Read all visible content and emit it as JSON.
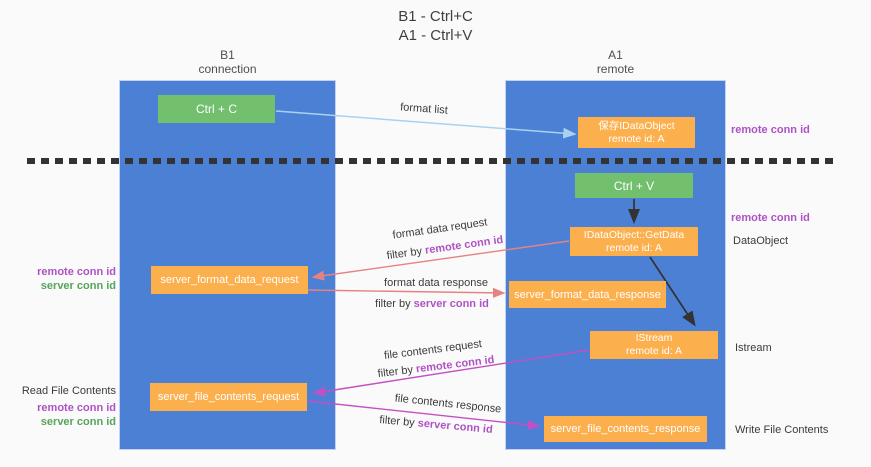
{
  "title": {
    "line1": "B1 - Ctrl+C",
    "line2": "A1 - Ctrl+V"
  },
  "lanes": {
    "left": {
      "name": "B1",
      "role": "connection"
    },
    "right": {
      "name": "A1",
      "role": "remote"
    }
  },
  "nodes": {
    "ctrl_c": "Ctrl + C",
    "ctrl_v": "Ctrl + V",
    "save_idataobject": {
      "title": "保存IDataObject",
      "subtitle": "remote id: A"
    },
    "getdata": {
      "title": "IDataObject::GetData",
      "subtitle": "remote id: A"
    },
    "istream": {
      "title": "IStream",
      "subtitle": "remote id: A"
    },
    "server_format_data_request": "server_format_data_request",
    "server_format_data_response": "server_format_data_response",
    "server_file_contents_request": "server_file_contents_request",
    "server_file_contents_response": "server_file_contents_response"
  },
  "edges": {
    "format_list": "format list",
    "format_data_request": "format data request",
    "format_data_response": "format data response",
    "file_contents_request": "file contents request",
    "file_contents_response": "file contents response",
    "filter_by": "filter by",
    "remote_conn_id": "remote conn id",
    "server_conn_id": "server conn id"
  },
  "side_labels": {
    "left": {
      "remote_conn_id": "remote conn id",
      "server_conn_id": "server conn id",
      "read_file_contents": "Read File Contents",
      "remote_conn_id2": "remote conn id",
      "server_conn_id2": "server conn id"
    },
    "right": {
      "remote_conn_id_top": "remote conn id",
      "remote_conn_id_mid": "remote conn id",
      "dataobject": "DataObject",
      "istream": "Istream",
      "write_file_contents": "Write File Contents"
    }
  },
  "colors": {
    "lane_blue": "#4b80d5",
    "green_box": "#72bf6e",
    "orange_box": "#fbaf4d",
    "purple_text": "#af52c5",
    "green_text": "#55a45b",
    "arrow_blue": "#a9d2f0",
    "arrow_salmon": "#e58383",
    "arrow_magenta": "#c44fc4",
    "arrow_black": "#333333"
  }
}
